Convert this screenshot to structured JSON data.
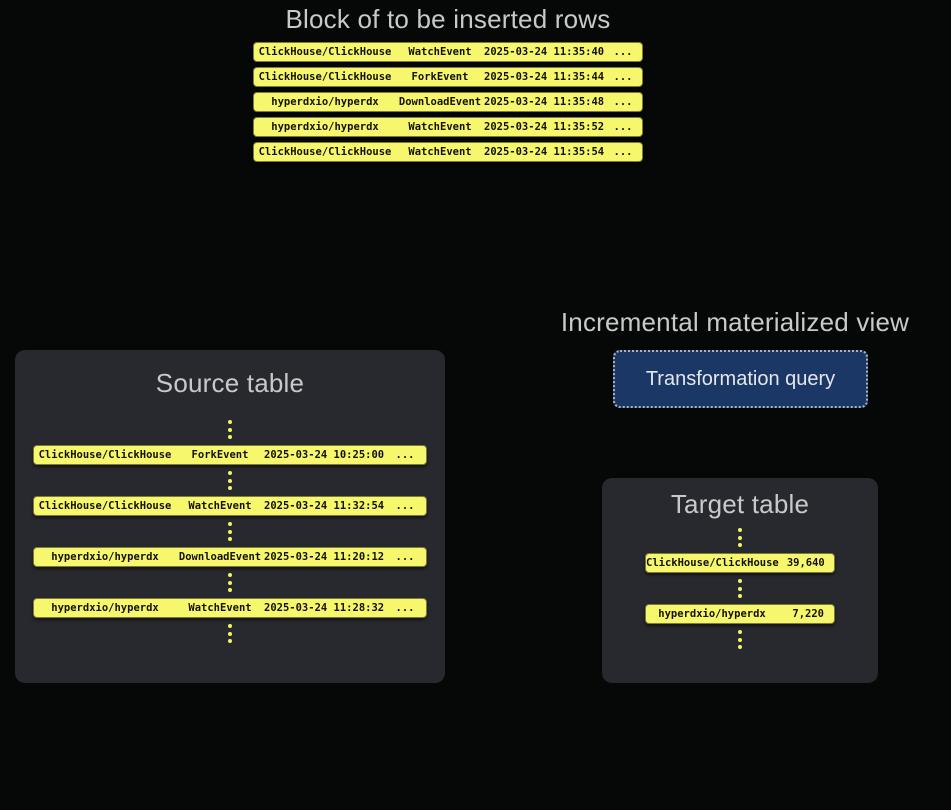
{
  "insert_block": {
    "title": "Block of to be inserted rows",
    "rows": [
      {
        "repo": "ClickHouse/ClickHouse",
        "event": "WatchEvent",
        "timestamp": "2025-03-24 11:35:40",
        "more": "..."
      },
      {
        "repo": "ClickHouse/ClickHouse",
        "event": "ForkEvent",
        "timestamp": "2025-03-24 11:35:44",
        "more": "..."
      },
      {
        "repo": "hyperdxio/hyperdx",
        "event": "DownloadEvent",
        "timestamp": "2025-03-24 11:35:48",
        "more": "..."
      },
      {
        "repo": "hyperdxio/hyperdx",
        "event": "WatchEvent",
        "timestamp": "2025-03-24 11:35:52",
        "more": "..."
      },
      {
        "repo": "ClickHouse/ClickHouse",
        "event": "WatchEvent",
        "timestamp": "2025-03-24 11:35:54",
        "more": "..."
      }
    ]
  },
  "source_table": {
    "title": "Source table",
    "rows": [
      {
        "repo": "ClickHouse/ClickHouse",
        "event": "ForkEvent",
        "timestamp": "2025-03-24 10:25:00",
        "more": "..."
      },
      {
        "repo": "ClickHouse/ClickHouse",
        "event": "WatchEvent",
        "timestamp": "2025-03-24 11:32:54",
        "more": "..."
      },
      {
        "repo": "hyperdxio/hyperdx",
        "event": "DownloadEvent",
        "timestamp": "2025-03-24 11:20:12",
        "more": "..."
      },
      {
        "repo": "hyperdxio/hyperdx",
        "event": "WatchEvent",
        "timestamp": "2025-03-24 11:28:32",
        "more": "..."
      }
    ]
  },
  "materialized_view": {
    "title": "Incremental materialized view",
    "button_label": "Transformation query"
  },
  "target_table": {
    "title": "Target table",
    "rows": [
      {
        "repo": "ClickHouse/ClickHouse",
        "count": "39,640"
      },
      {
        "repo": "hyperdxio/hyperdx",
        "count": "7,220"
      }
    ]
  },
  "colors": {
    "row_yellow": "#f7f76e",
    "panel_gray": "#28292e",
    "title_gray": "#c7c9cb",
    "button_navy": "#1b3766",
    "background": "#060707"
  }
}
